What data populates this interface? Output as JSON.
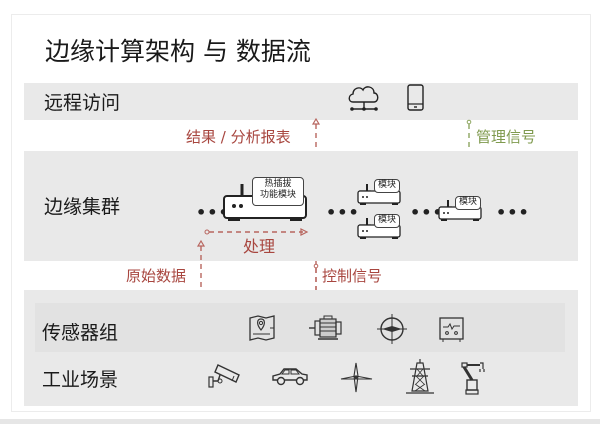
{
  "title": "边缘计算架构 与 数据流",
  "layers": {
    "remote": {
      "label": "远程访问",
      "icons": [
        "cloud-network-icon",
        "smartphone-icon"
      ]
    },
    "cluster": {
      "label": "边缘集群",
      "main_device": {
        "tag_line1": "热插拔",
        "tag_line2": "功能模块"
      },
      "modules": [
        {
          "tag": "模块"
        },
        {
          "tag": "模块"
        },
        {
          "tag": "模块"
        }
      ],
      "ellipsis": "•••"
    },
    "sensors": {
      "label": "传感器组",
      "icons": [
        "map-location-icon",
        "motor-icon",
        "compass-sensor-icon",
        "signal-monitor-icon"
      ]
    },
    "scenes": {
      "label": "工业场景",
      "icons": [
        "surveillance-camera-icon",
        "car-icon",
        "wind-turbine-icon",
        "power-tower-icon",
        "robot-arm-icon"
      ]
    }
  },
  "flows": {
    "results": "结果 / 分析报表",
    "management": "管理信号",
    "processing": "处理",
    "raw_data": "原始数据",
    "control": "控制信号"
  },
  "colors": {
    "flow_red": "#a8463f",
    "flow_green": "#7f9a4e",
    "band_gray": "#e9e9e9"
  }
}
